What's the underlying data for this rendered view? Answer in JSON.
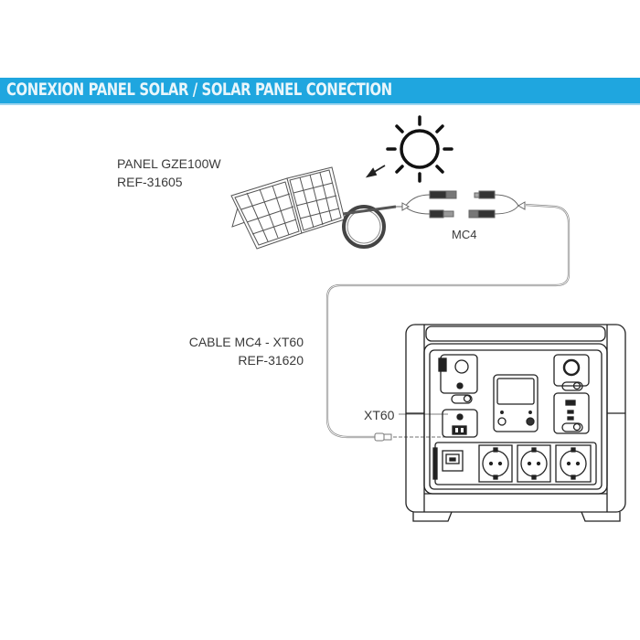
{
  "header": {
    "title": "CONEXION PANEL SOLAR / SOLAR PANEL CONECTION",
    "bar_color": "#1fa6df"
  },
  "solar_panel": {
    "model": "PANEL GZE100W",
    "ref": "REF-31605"
  },
  "connector": {
    "label": "MC4"
  },
  "cable": {
    "name": "CABLE MC4 - XT60",
    "ref": "REF-31620"
  },
  "input_port": {
    "label": "XT60"
  },
  "icons": {
    "sun": "sun-icon",
    "arrow": "sunlight-arrow-icon",
    "panel": "solar-panel-icon",
    "power_station": "power-station-icon"
  }
}
